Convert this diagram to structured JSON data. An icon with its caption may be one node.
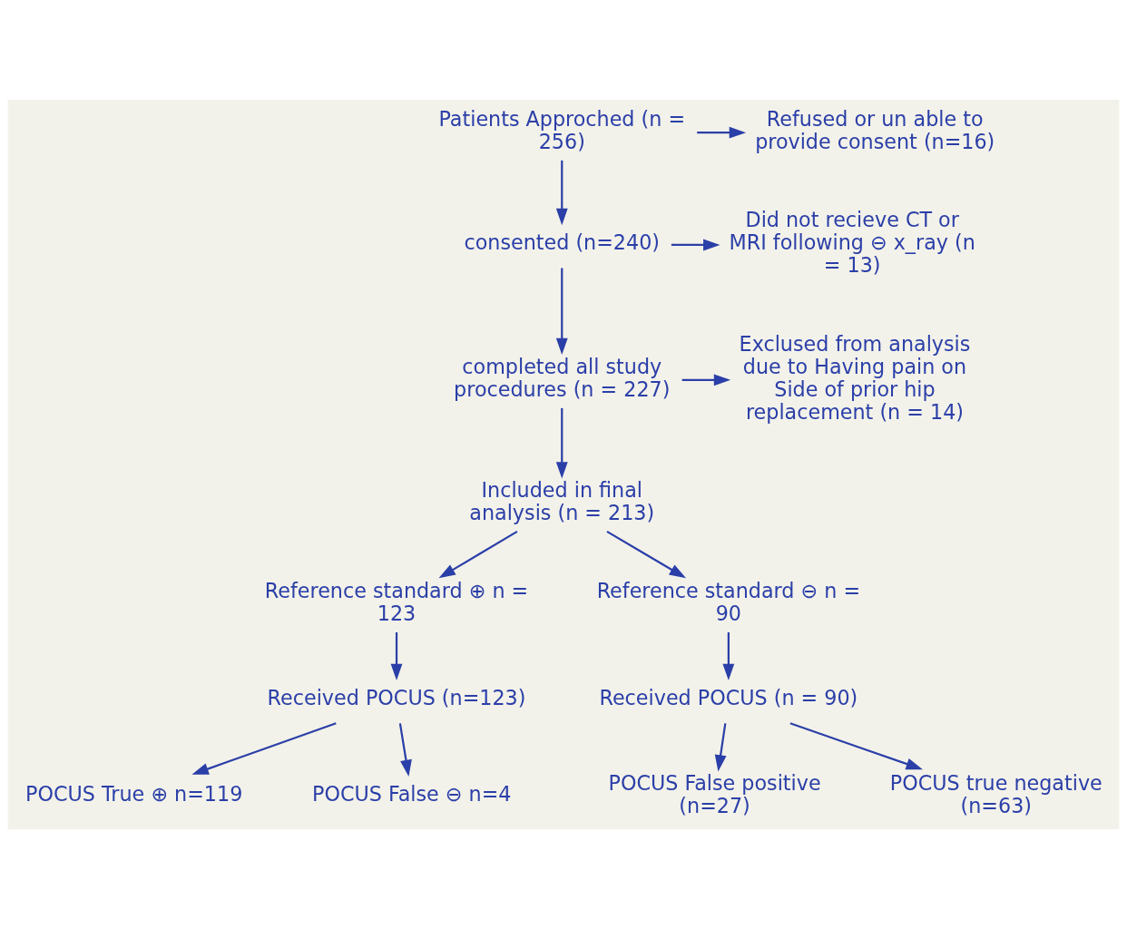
{
  "diagram": {
    "nodes": [
      {
        "text": [
          "Patients Approched (n = 256)"
        ]
      },
      {
        "text": [
          "Refused or un able to provide consent (n=16)"
        ]
      },
      {
        "text": [
          "consented (n=240)"
        ]
      },
      {
        "text": [
          "Did not recieve CT or MRI following ⊖ x_ray (n = 13)"
        ]
      },
      {
        "text": [
          "completed all study procedures (n = 227)"
        ]
      },
      {
        "text": [
          "Exclused from analysis due to Having pain on Side of prior hip replacement (n = 14)"
        ]
      },
      {
        "text": [
          "Included in final analysis (n = 213)"
        ]
      },
      {
        "text": [
          "Reference standard ⊕ n = 123"
        ]
      },
      {
        "text": [
          "Reference standard ⊖ n = 90"
        ]
      },
      {
        "text": [
          "Received POCUS (n=123)"
        ]
      },
      {
        "text": [
          "Received POCUS (n = 90)"
        ]
      },
      {
        "text": [
          "POCUS True ⊕ n=119"
        ]
      },
      {
        "text": [
          "POCUS False ⊖ n=4"
        ]
      },
      {
        "text": [
          "POCUS False positive (n=27)"
        ]
      },
      {
        "text": [
          "POCUS true negative (n=63)"
        ]
      }
    ],
    "edges": [
      {
        "from": 0,
        "to": 2,
        "arrow": "to"
      },
      {
        "from": 0,
        "to": 1,
        "arrow": "to"
      },
      {
        "from": 2,
        "to": 4,
        "arrow": "to"
      },
      {
        "from": 2,
        "to": 3,
        "arrow": "to"
      },
      {
        "from": 4,
        "to": 6,
        "arrow": "to"
      },
      {
        "from": 4,
        "to": 5,
        "arrow": "to"
      },
      {
        "from": 6,
        "to": 7,
        "arrow": "to"
      },
      {
        "from": 6,
        "to": 8,
        "arrow": "to"
      },
      {
        "from": 7,
        "to": 9,
        "arrow": "to"
      },
      {
        "from": 8,
        "to": 10,
        "arrow": "to"
      },
      {
        "from": 9,
        "to": 11,
        "arrow": "to"
      },
      {
        "from": 9,
        "to": 12,
        "arrow": "to"
      },
      {
        "from": 10,
        "to": 13,
        "arrow": "to"
      },
      {
        "from": 10,
        "to": 14,
        "arrow": "to"
      }
    ]
  }
}
